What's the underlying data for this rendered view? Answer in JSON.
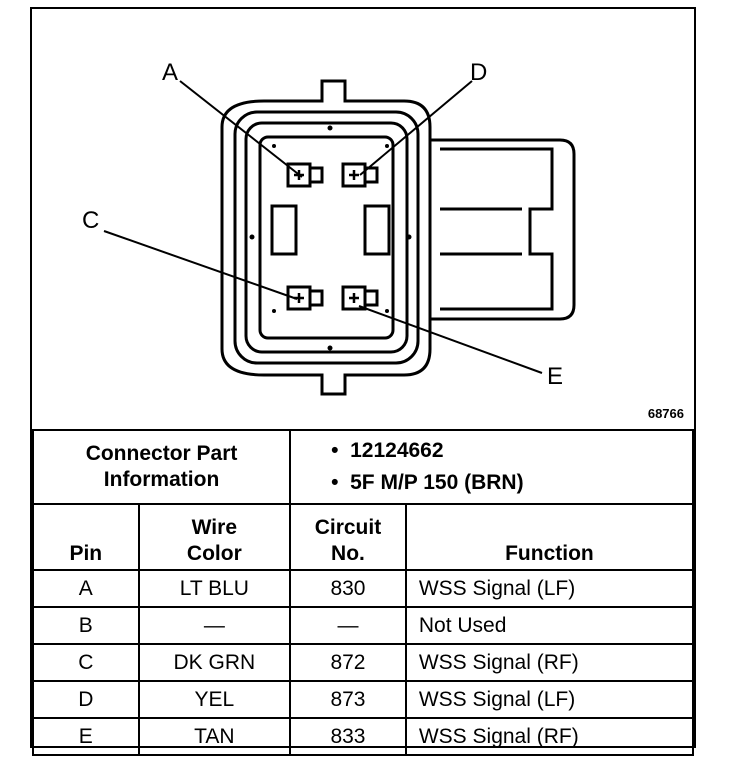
{
  "diagram": {
    "callouts": [
      "A",
      "D",
      "C",
      "E"
    ],
    "figure_number": "68766"
  },
  "connector_info": {
    "label_line1": "Connector Part",
    "label_line2": "Information",
    "values": [
      "12124662",
      "5F M/P 150 (BRN)"
    ]
  },
  "table": {
    "headers": {
      "pin": "Pin",
      "wire_color_line1": "Wire",
      "wire_color_line2": "Color",
      "circuit_line1": "Circuit",
      "circuit_line2": "No.",
      "function": "Function"
    },
    "rows": [
      {
        "pin": "A",
        "wire_color": "LT BLU",
        "circuit": "830",
        "function": "WSS Signal (LF)"
      },
      {
        "pin": "B",
        "wire_color": "—",
        "circuit": "—",
        "function": "Not Used"
      },
      {
        "pin": "C",
        "wire_color": "DK GRN",
        "circuit": "872",
        "function": "WSS Signal (RF)"
      },
      {
        "pin": "D",
        "wire_color": "YEL",
        "circuit": "873",
        "function": "WSS Signal (LF)"
      },
      {
        "pin": "E",
        "wire_color": "TAN",
        "circuit": "833",
        "function": "WSS Signal (RF)"
      }
    ]
  }
}
